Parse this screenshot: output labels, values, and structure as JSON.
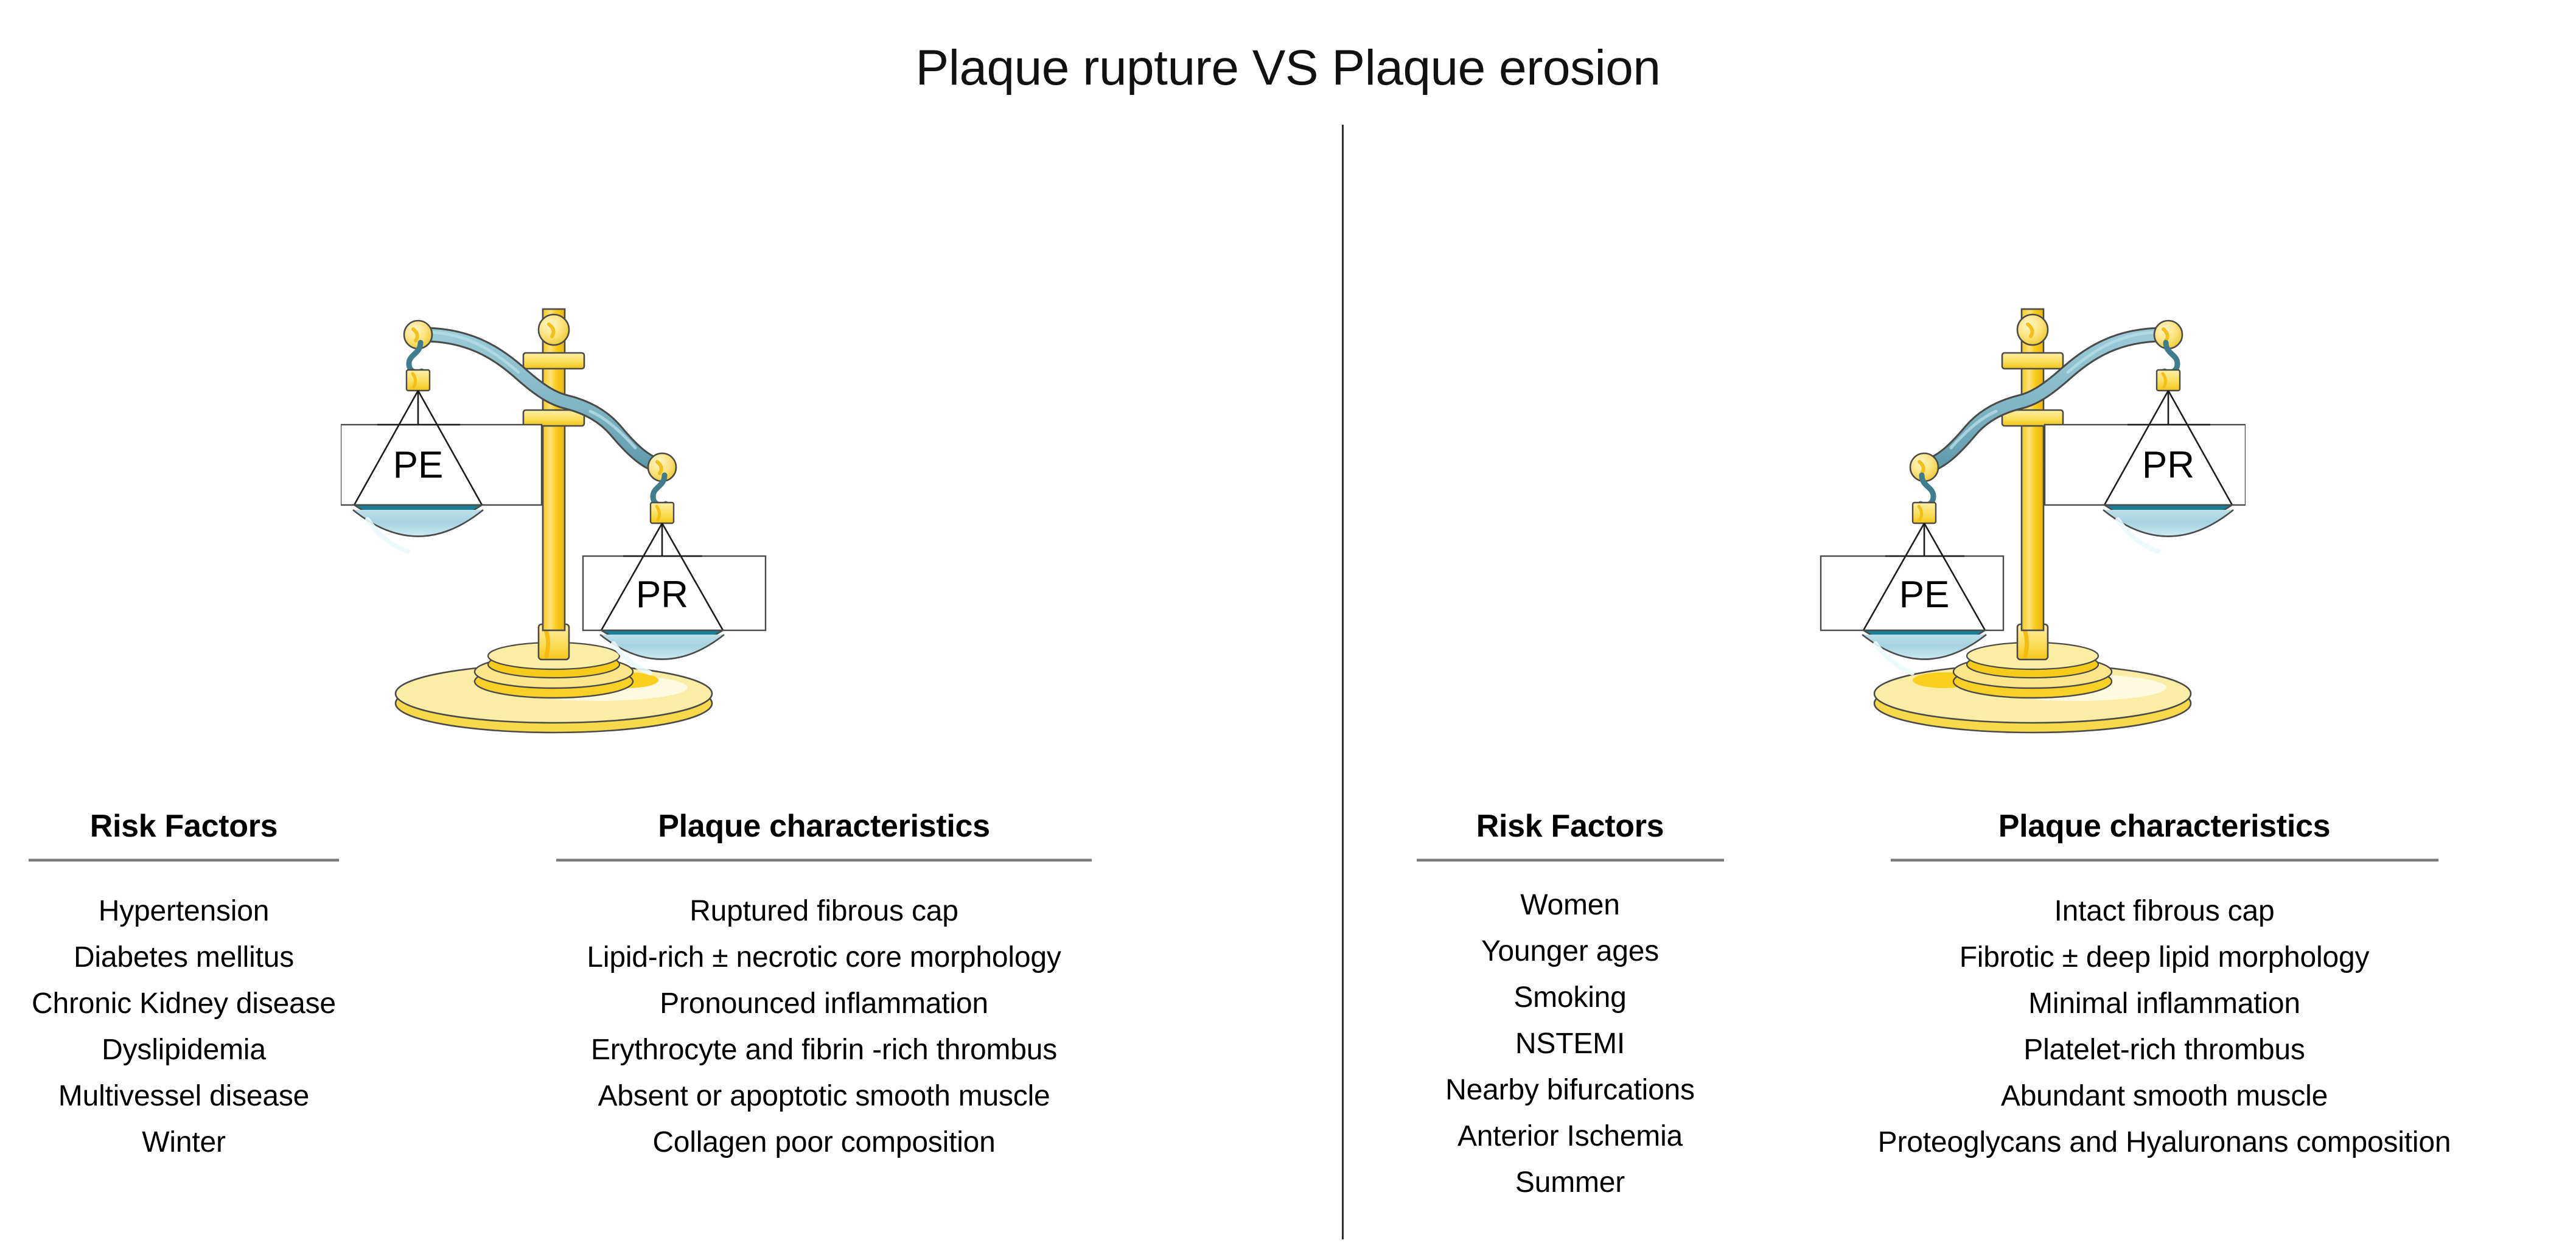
{
  "title": "Plaque rupture VS Plaque erosion",
  "divider": {
    "name": "vertical-divider",
    "color": "#2b2f33"
  },
  "colors": {
    "beam": "#7FB5C4",
    "beam_dark": "#4E8A9C",
    "post": "#FCD62B",
    "post_light": "#FDE98A",
    "base_top": "#FBECA6",
    "base_ring": "#FCD62B",
    "pan_rim": "#1A7E96",
    "pan_fill": "#A8D5E2",
    "outline": "#4a4a48",
    "label_box": "#ffffff",
    "text": "#000000"
  },
  "scales": {
    "left": {
      "name": "plaque-rupture-balance",
      "high_pan_label": "PE",
      "low_pan_label": "PR",
      "heavier_side": "PR"
    },
    "right": {
      "name": "plaque-erosion-balance",
      "high_pan_label": "PR",
      "low_pan_label": "PE",
      "heavier_side": "PE"
    }
  },
  "panels": {
    "rupture_risk": {
      "heading": "Risk Factors",
      "items": [
        "Hypertension",
        "Diabetes mellitus",
        "Chronic Kidney disease",
        "Dyslipidemia",
        "Multivessel disease",
        "Winter"
      ]
    },
    "rupture_char": {
      "heading": "Plaque characteristics",
      "items": [
        "Ruptured fibrous cap",
        "Lipid-rich ± necrotic core morphology",
        "Pronounced  inflammation",
        "Erythrocyte and fibrin -rich thrombus",
        "Absent or apoptotic smooth muscle",
        "Collagen poor composition"
      ]
    },
    "erosion_risk": {
      "heading": "Risk Factors",
      "items": [
        "Women",
        "Younger ages",
        "Smoking",
        "NSTEMI",
        "Nearby bifurcations",
        "Anterior Ischemia",
        "Summer"
      ]
    },
    "erosion_char": {
      "heading": "Plaque characteristics",
      "items": [
        "Intact fibrous cap",
        "Fibrotic ± deep lipid morphology",
        "Minimal inflammation",
        "Platelet-rich thrombus",
        "Abundant smooth muscle",
        "Proteoglycans and Hyaluronans composition"
      ]
    }
  }
}
